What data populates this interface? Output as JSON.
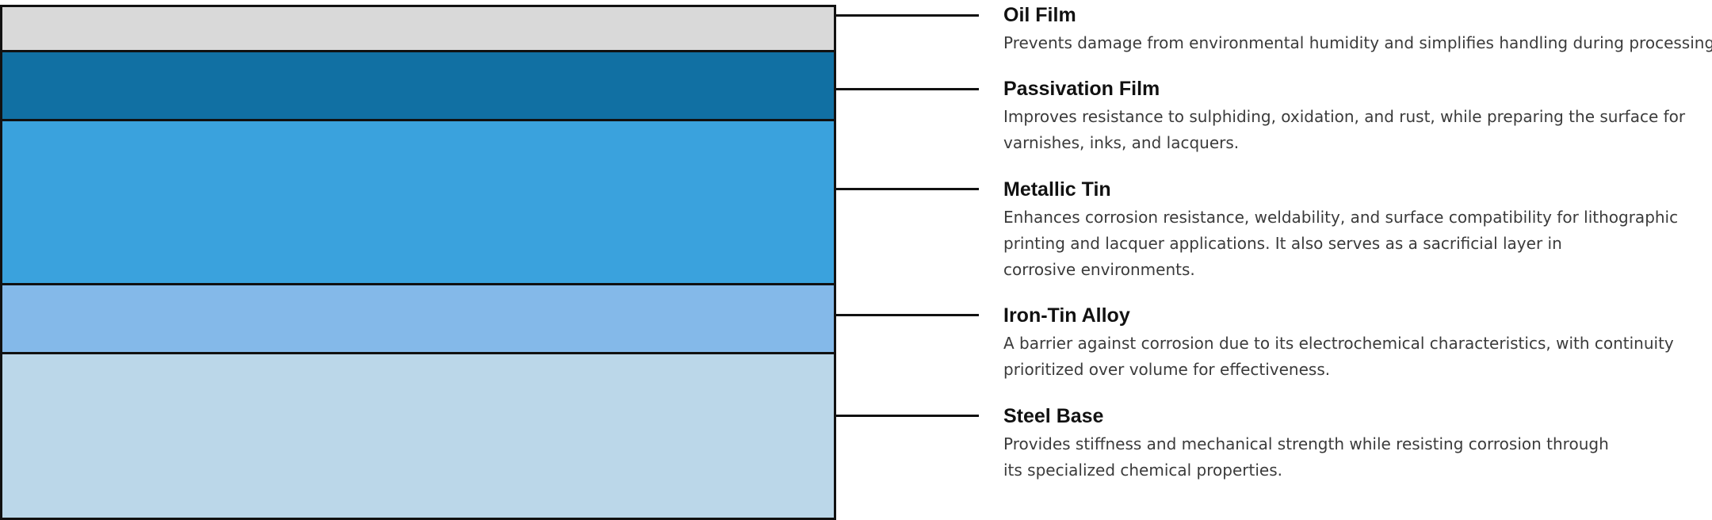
{
  "layers": [
    {
      "title": "Oil Film",
      "color": "#d9d9d9",
      "description": [
        "Prevents damage from environmental humidity and simplifies handling during processing."
      ]
    },
    {
      "title": "Passivation Film",
      "color": "#1170a3",
      "description": [
        "Improves resistance to sulphiding, oxidation, and rust, while preparing the surface for",
        "varnishes, inks, and lacquers."
      ]
    },
    {
      "title": "Metallic Tin",
      "color": "#3aa2dd",
      "description": [
        "Enhances corrosion resistance, weldability, and surface compatibility for lithographic",
        "printing and lacquer applications. It also serves as a sacrificial layer in",
        "corrosive environments."
      ]
    },
    {
      "title": "Iron-Tin Alloy",
      "color": "#84b9e9",
      "description": [
        "A barrier against corrosion due to its electrochemical characteristics, with continuity",
        "prioritized over volume for effectiveness."
      ]
    },
    {
      "title": "Steel Base",
      "color": "#bbd7e9",
      "description": [
        "Provides stiffness and mechanical strength while resisting corrosion through",
        "its specialized chemical properties."
      ]
    }
  ],
  "colors": {
    "outline": "#111111",
    "text": "#111111",
    "description_text": "#3b3b3b"
  }
}
